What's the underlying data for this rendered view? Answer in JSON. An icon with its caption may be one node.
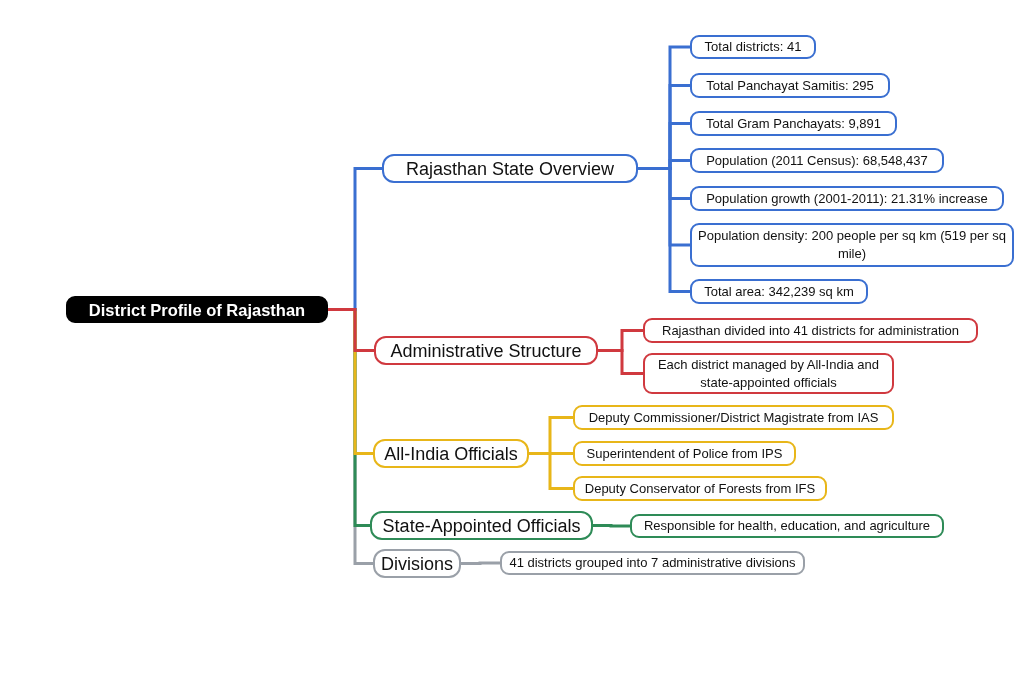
{
  "diagram": {
    "nodes": [
      {
        "text": [
          "District Profile of Rajasthan"
        ]
      },
      {
        "text": [
          "Rajasthan State Overview"
        ]
      },
      {
        "text": [
          "Total districts: 41"
        ]
      },
      {
        "text": [
          "Total Panchayat Samitis: 295"
        ]
      },
      {
        "text": [
          "Total Gram Panchayats: 9,891"
        ]
      },
      {
        "text": [
          "Population (2011 Census): 68,548,437"
        ]
      },
      {
        "text": [
          "Population growth (2001-2011): 21.31% increase"
        ]
      },
      {
        "text": [
          "Population density: 200 people per sq km (519 per sq mile)"
        ]
      },
      {
        "text": [
          "Total area: 342,239 sq km"
        ]
      },
      {
        "text": [
          "Administrative Structure"
        ]
      },
      {
        "text": [
          "Rajasthan divided into 41 districts for administration"
        ]
      },
      {
        "text": [
          "Each district managed by All-India and state-appointed officials"
        ]
      },
      {
        "text": [
          "All-India Officials"
        ]
      },
      {
        "text": [
          "Deputy Commissioner/District Magistrate from IAS"
        ]
      },
      {
        "text": [
          "Superintendent of Police from IPS"
        ]
      },
      {
        "text": [
          "Deputy Conservator of Forests from IFS"
        ]
      },
      {
        "text": [
          "State-Appointed Officials"
        ]
      },
      {
        "text": [
          "Responsible for health, education, and agriculture"
        ]
      },
      {
        "text": [
          "Divisions"
        ]
      },
      {
        "text": [
          "41 districts grouped into 7 administrative divisions"
        ]
      }
    ],
    "edges": [
      {
        "from": 0,
        "to": 1,
        "arrow": "none"
      },
      {
        "from": 1,
        "to": 2,
        "arrow": "none"
      },
      {
        "from": 1,
        "to": 3,
        "arrow": "none"
      },
      {
        "from": 1,
        "to": 4,
        "arrow": "none"
      },
      {
        "from": 1,
        "to": 5,
        "arrow": "none"
      },
      {
        "from": 1,
        "to": 6,
        "arrow": "none"
      },
      {
        "from": 1,
        "to": 7,
        "arrow": "none"
      },
      {
        "from": 1,
        "to": 8,
        "arrow": "none"
      },
      {
        "from": 0,
        "to": 9,
        "arrow": "none",
        "color": "#d0393f"
      },
      {
        "from": 9,
        "to": 10,
        "arrow": "none",
        "color": "#d0393f"
      },
      {
        "from": 9,
        "to": 11,
        "arrow": "none",
        "color": "#d0393f"
      },
      {
        "from": 0,
        "to": 12,
        "arrow": "none",
        "color": "#e8b619"
      },
      {
        "from": 12,
        "to": 13,
        "arrow": "none",
        "color": "#e8b619"
      },
      {
        "from": 12,
        "to": 14,
        "arrow": "none",
        "color": "#e8b619"
      },
      {
        "from": 12,
        "to": 15,
        "arrow": "none",
        "color": "#e8b619"
      },
      {
        "from": 0,
        "to": 16,
        "arrow": "none",
        "color": "#2e8b57"
      },
      {
        "from": 16,
        "to": 17,
        "arrow": "none",
        "color": "#2e8b57"
      },
      {
        "from": 0,
        "to": 18,
        "arrow": "none",
        "color": "#9aa0a8"
      },
      {
        "from": 18,
        "to": 19,
        "arrow": "none",
        "color": "#9aa0a8"
      }
    ]
  }
}
